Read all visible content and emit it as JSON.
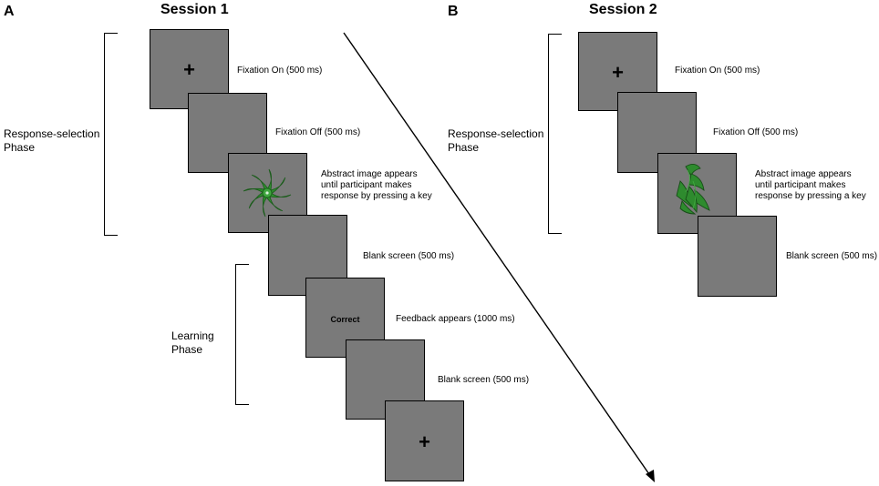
{
  "panel_a": {
    "letter": "A",
    "title": "Session 1",
    "phases": {
      "response_selection": [
        "Response-selection",
        "Phase"
      ],
      "learning": [
        "Learning",
        "Phase"
      ]
    },
    "screens": [
      {
        "content": "+",
        "label": [
          "Fixation On (500 ms)"
        ]
      },
      {
        "content": "",
        "label": [
          "Fixation Off (500 ms)"
        ]
      },
      {
        "content": "abstract-star",
        "label": [
          "Abstract image appears",
          "until participant makes",
          "response by pressing a key"
        ]
      },
      {
        "content": "",
        "label": [
          "Blank screen (500 ms)"
        ]
      },
      {
        "content": "Correct",
        "label": [
          "Feedback appears (1000 ms)"
        ]
      },
      {
        "content": "",
        "label": [
          "Blank screen (500 ms)"
        ]
      },
      {
        "content": "+",
        "label": []
      }
    ]
  },
  "panel_b": {
    "letter": "B",
    "title": "Session 2",
    "phases": {
      "response_selection": [
        "Response-selection",
        "Phase"
      ]
    },
    "screens": [
      {
        "content": "+",
        "label": [
          "Fixation On (500 ms)"
        ]
      },
      {
        "content": "",
        "label": [
          "Fixation Off (500 ms)"
        ]
      },
      {
        "content": "abstract-object",
        "label": [
          "Abstract image appears",
          "until participant makes",
          "response by pressing a key"
        ]
      },
      {
        "content": "",
        "label": [
          "Blank screen (500 ms)"
        ]
      }
    ]
  },
  "colors": {
    "screen_fill": "#7a7a7a",
    "stimulus_green": "#2e8b2e"
  }
}
